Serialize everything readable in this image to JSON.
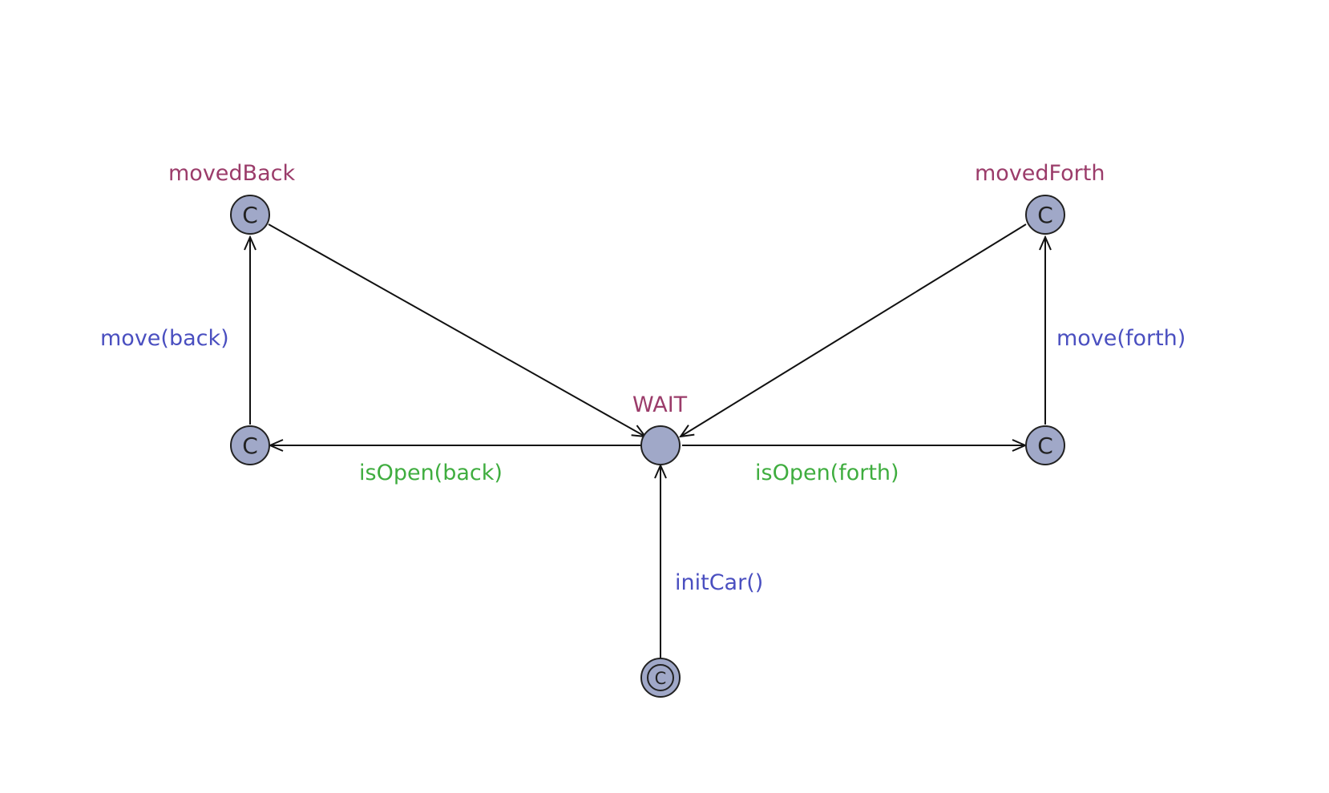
{
  "states": {
    "moved_back": {
      "name": "movedBack",
      "kind": "committed",
      "glyph": "C"
    },
    "moved_forth": {
      "name": "movedForth",
      "kind": "committed",
      "glyph": "C"
    },
    "wait": {
      "name": "WAIT",
      "kind": "normal",
      "glyph": ""
    },
    "left_committed": {
      "name": "",
      "kind": "committed",
      "glyph": "C"
    },
    "right_committed": {
      "name": "",
      "kind": "committed",
      "glyph": "C"
    },
    "initial": {
      "name": "",
      "kind": "initial-committed",
      "glyph": "C"
    }
  },
  "transitions": {
    "move_back": {
      "from": "left_committed",
      "to": "moved_back",
      "sync": "move(back)"
    },
    "move_forth": {
      "from": "right_committed",
      "to": "moved_forth",
      "sync": "move(forth)"
    },
    "back_to_wait": {
      "from": "moved_back",
      "to": "wait"
    },
    "forth_to_wait": {
      "from": "moved_forth",
      "to": "wait"
    },
    "is_open_back": {
      "from": "wait",
      "to": "left_committed",
      "guard": "isOpen(back)"
    },
    "is_open_forth": {
      "from": "wait",
      "to": "right_committed",
      "guard": "isOpen(forth)"
    },
    "init_car": {
      "from": "initial",
      "to": "wait",
      "sync": "initCar()"
    }
  },
  "colors": {
    "state_name": "#9b3c6a",
    "sync_label": "#4a4fc0",
    "guard_label": "#3fad3f",
    "node_fill": "#a0a8c8",
    "edge": "#111111"
  }
}
